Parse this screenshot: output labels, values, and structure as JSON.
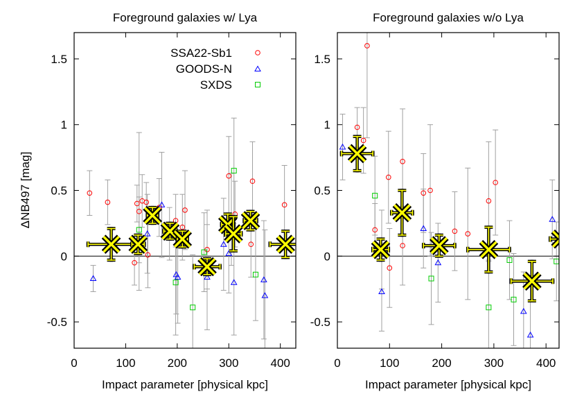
{
  "colors": {
    "ssa22": "#ff0000",
    "goods": "#0000ff",
    "sxds": "#00cc00",
    "errorbar": "#a0a0a0",
    "mean_fill": "#ffff00",
    "mean_outline": "#000000",
    "zero_line": "#000000"
  },
  "chart_data": [
    {
      "type": "scatter",
      "title": "Foreground galaxies w/ Lya",
      "xlabel": "Impact parameter [physical kpc]",
      "ylabel": "ΔNB497 [mag]",
      "xlim": [
        0,
        430
      ],
      "ylim": [
        -0.7,
        1.7
      ],
      "xticks": [
        0,
        100,
        200,
        300,
        400
      ],
      "yticks": [
        -0.5,
        0,
        0.5,
        1,
        1.5
      ],
      "yticklabels": [
        "-0.5",
        "0",
        "0.5",
        "1",
        "1.5"
      ],
      "grid": false,
      "zero_line": true,
      "legend": {
        "position": "top-right",
        "entries": [
          {
            "label": "SSA22-Sb1",
            "marker": "circle",
            "series": "SSA22-Sb1"
          },
          {
            "label": "GOODS-N",
            "marker": "triangle",
            "series": "GOODS-N"
          },
          {
            "label": "SXDS",
            "marker": "square",
            "series": "SXDS"
          }
        ]
      },
      "series": [
        {
          "name": "SSA22-Sb1",
          "marker": "circle",
          "points": [
            {
              "x": 30,
              "y": 0.48,
              "err": 0.17
            },
            {
              "x": 65,
              "y": 0.41,
              "err": 0.17
            },
            {
              "x": 117,
              "y": -0.05,
              "err": 0.17
            },
            {
              "x": 122,
              "y": 0.4,
              "err": 0.14
            },
            {
              "x": 126,
              "y": 0.34,
              "err": 0.6
            },
            {
              "x": 132,
              "y": 0.42,
              "err": 0.2
            },
            {
              "x": 140,
              "y": 0.41,
              "err": 0.15
            },
            {
              "x": 143,
              "y": 0.01,
              "err": 0.25
            },
            {
              "x": 165,
              "y": 0.37,
              "err": 0.22
            },
            {
              "x": 185,
              "y": 0.17,
              "err": 0.2
            },
            {
              "x": 197,
              "y": 0.27,
              "err": 0.2
            },
            {
              "x": 210,
              "y": 0.22,
              "err": 0.25
            },
            {
              "x": 215,
              "y": 0.35,
              "err": 0.3
            },
            {
              "x": 258,
              "y": 0.05,
              "err": 0.3
            },
            {
              "x": 300,
              "y": 0.61,
              "err": 0.3
            },
            {
              "x": 305,
              "y": 0.28,
              "err": 0.35
            },
            {
              "x": 312,
              "y": 0.32,
              "err": 0.25
            },
            {
              "x": 343,
              "y": 0.09,
              "err": 0.25
            },
            {
              "x": 346,
              "y": 0.57,
              "err": 0.3
            },
            {
              "x": 408,
              "y": 0.39,
              "err": 0.3
            }
          ]
        },
        {
          "name": "GOODS-N",
          "marker": "triangle",
          "points": [
            {
              "x": 37,
              "y": -0.17,
              "err": 0.1
            },
            {
              "x": 142,
              "y": 0.17,
              "err": 0.3
            },
            {
              "x": 170,
              "y": 0.39,
              "err": 0.4
            },
            {
              "x": 198,
              "y": -0.14,
              "err": 0.3
            },
            {
              "x": 201,
              "y": -0.16,
              "err": 0.35
            },
            {
              "x": 258,
              "y": -0.16,
              "err": 0.4
            },
            {
              "x": 290,
              "y": 0.09,
              "err": 0.35
            },
            {
              "x": 300,
              "y": 0.02,
              "err": 0.3
            },
            {
              "x": 310,
              "y": -0.2,
              "err": 0.4
            },
            {
              "x": 368,
              "y": -0.18,
              "err": 0.45
            },
            {
              "x": 370,
              "y": -0.3,
              "err": 0.5
            }
          ]
        },
        {
          "name": "SXDS",
          "marker": "square",
          "points": [
            {
              "x": 126,
              "y": 0.2,
              "err": 0.25
            },
            {
              "x": 197,
              "y": -0.2,
              "err": 0.4
            },
            {
              "x": 230,
              "y": -0.39,
              "err": 0.4
            },
            {
              "x": 252,
              "y": 0.03,
              "err": 0.3
            },
            {
              "x": 310,
              "y": 0.65,
              "err": 0.4
            },
            {
              "x": 352,
              "y": -0.14,
              "err": 0.35
            }
          ]
        },
        {
          "name": "mean",
          "marker": "star",
          "points": [
            {
              "x": 72,
              "y": 0.09,
              "xerr": 45,
              "err": 0.12
            },
            {
              "x": 124,
              "y": 0.09,
              "xerr": 12,
              "err": 0.07
            },
            {
              "x": 152,
              "y": 0.31,
              "xerr": 10,
              "err": 0.06
            },
            {
              "x": 186,
              "y": 0.19,
              "xerr": 12,
              "err": 0.06
            },
            {
              "x": 210,
              "y": 0.13,
              "xerr": 10,
              "err": 0.06
            },
            {
              "x": 258,
              "y": -0.08,
              "xerr": 25,
              "err": 0.06
            },
            {
              "x": 298,
              "y": 0.24,
              "xerr": 12,
              "err": 0.08
            },
            {
              "x": 309,
              "y": 0.17,
              "xerr": 15,
              "err": 0.13
            },
            {
              "x": 342,
              "y": 0.27,
              "xerr": 12,
              "err": 0.07
            },
            {
              "x": 410,
              "y": 0.09,
              "xerr": 30,
              "err": 0.1
            }
          ]
        }
      ]
    },
    {
      "type": "scatter",
      "title": "Foreground galaxies w/o Lya",
      "xlabel": "Impact parameter [physical kpc]",
      "ylabel": "",
      "xlim": [
        0,
        425
      ],
      "ylim": [
        -0.7,
        1.7
      ],
      "xticks": [
        0,
        100,
        200,
        300,
        400
      ],
      "yticks": [
        -0.5,
        0,
        0.5,
        1,
        1.5
      ],
      "yticklabels": [
        "-0.5",
        "0",
        "0.5",
        "1",
        "1.5"
      ],
      "grid": false,
      "zero_line": true,
      "series": [
        {
          "name": "SSA22-Sb1",
          "marker": "circle",
          "points": [
            {
              "x": 38,
              "y": 0.98,
              "err": 0.15
            },
            {
              "x": 50,
              "y": 0.88,
              "err": 0.25
            },
            {
              "x": 57,
              "y": 1.6,
              "err": 0.7
            },
            {
              "x": 72,
              "y": 0.2,
              "err": 0.2
            },
            {
              "x": 85,
              "y": 0.05,
              "err": 0.3
            },
            {
              "x": 98,
              "y": 0.6,
              "err": 0.35
            },
            {
              "x": 100,
              "y": -0.09,
              "err": 0.3
            },
            {
              "x": 125,
              "y": 0.72,
              "err": 0.4
            },
            {
              "x": 125,
              "y": 0.08,
              "err": 0.3
            },
            {
              "x": 165,
              "y": 0.48,
              "err": 0.3
            },
            {
              "x": 178,
              "y": 0.5,
              "err": 0.5
            },
            {
              "x": 225,
              "y": 0.19,
              "err": 0.3
            },
            {
              "x": 250,
              "y": 0.17,
              "err": 0.5
            },
            {
              "x": 290,
              "y": 0.42,
              "err": 0.45
            },
            {
              "x": 303,
              "y": 0.56,
              "err": 0.4
            }
          ]
        },
        {
          "name": "GOODS-N",
          "marker": "triangle",
          "points": [
            {
              "x": 10,
              "y": 0.83,
              "err": 0.25
            },
            {
              "x": 85,
              "y": -0.27,
              "err": 0.3
            },
            {
              "x": 165,
              "y": 0.21,
              "err": 0.3
            },
            {
              "x": 193,
              "y": -0.05,
              "err": 0.3
            },
            {
              "x": 357,
              "y": -0.42,
              "err": 0.3
            },
            {
              "x": 370,
              "y": -0.6,
              "err": 0.4
            },
            {
              "x": 412,
              "y": 0.28,
              "err": 0.3
            }
          ]
        },
        {
          "name": "SXDS",
          "marker": "square",
          "points": [
            {
              "x": 72,
              "y": 0.46,
              "err": 0.3
            },
            {
              "x": 180,
              "y": -0.17,
              "err": 0.35
            },
            {
              "x": 290,
              "y": -0.39,
              "err": 0.35
            },
            {
              "x": 330,
              "y": -0.03,
              "err": 0.3
            },
            {
              "x": 338,
              "y": -0.33,
              "err": 0.35
            },
            {
              "x": 420,
              "y": -0.04,
              "err": 0.3
            }
          ]
        },
        {
          "name": "mean",
          "marker": "star",
          "points": [
            {
              "x": 38,
              "y": 0.78,
              "xerr": 30,
              "err": 0.13
            },
            {
              "x": 83,
              "y": 0.05,
              "xerr": 15,
              "err": 0.08
            },
            {
              "x": 124,
              "y": 0.33,
              "xerr": 20,
              "err": 0.17
            },
            {
              "x": 195,
              "y": 0.08,
              "xerr": 30,
              "err": 0.08
            },
            {
              "x": 290,
              "y": 0.05,
              "xerr": 40,
              "err": 0.17
            },
            {
              "x": 373,
              "y": -0.19,
              "xerr": 40,
              "err": 0.15
            },
            {
              "x": 428,
              "y": 0.13,
              "xerr": 20,
              "err": 0.03
            }
          ]
        }
      ]
    }
  ]
}
